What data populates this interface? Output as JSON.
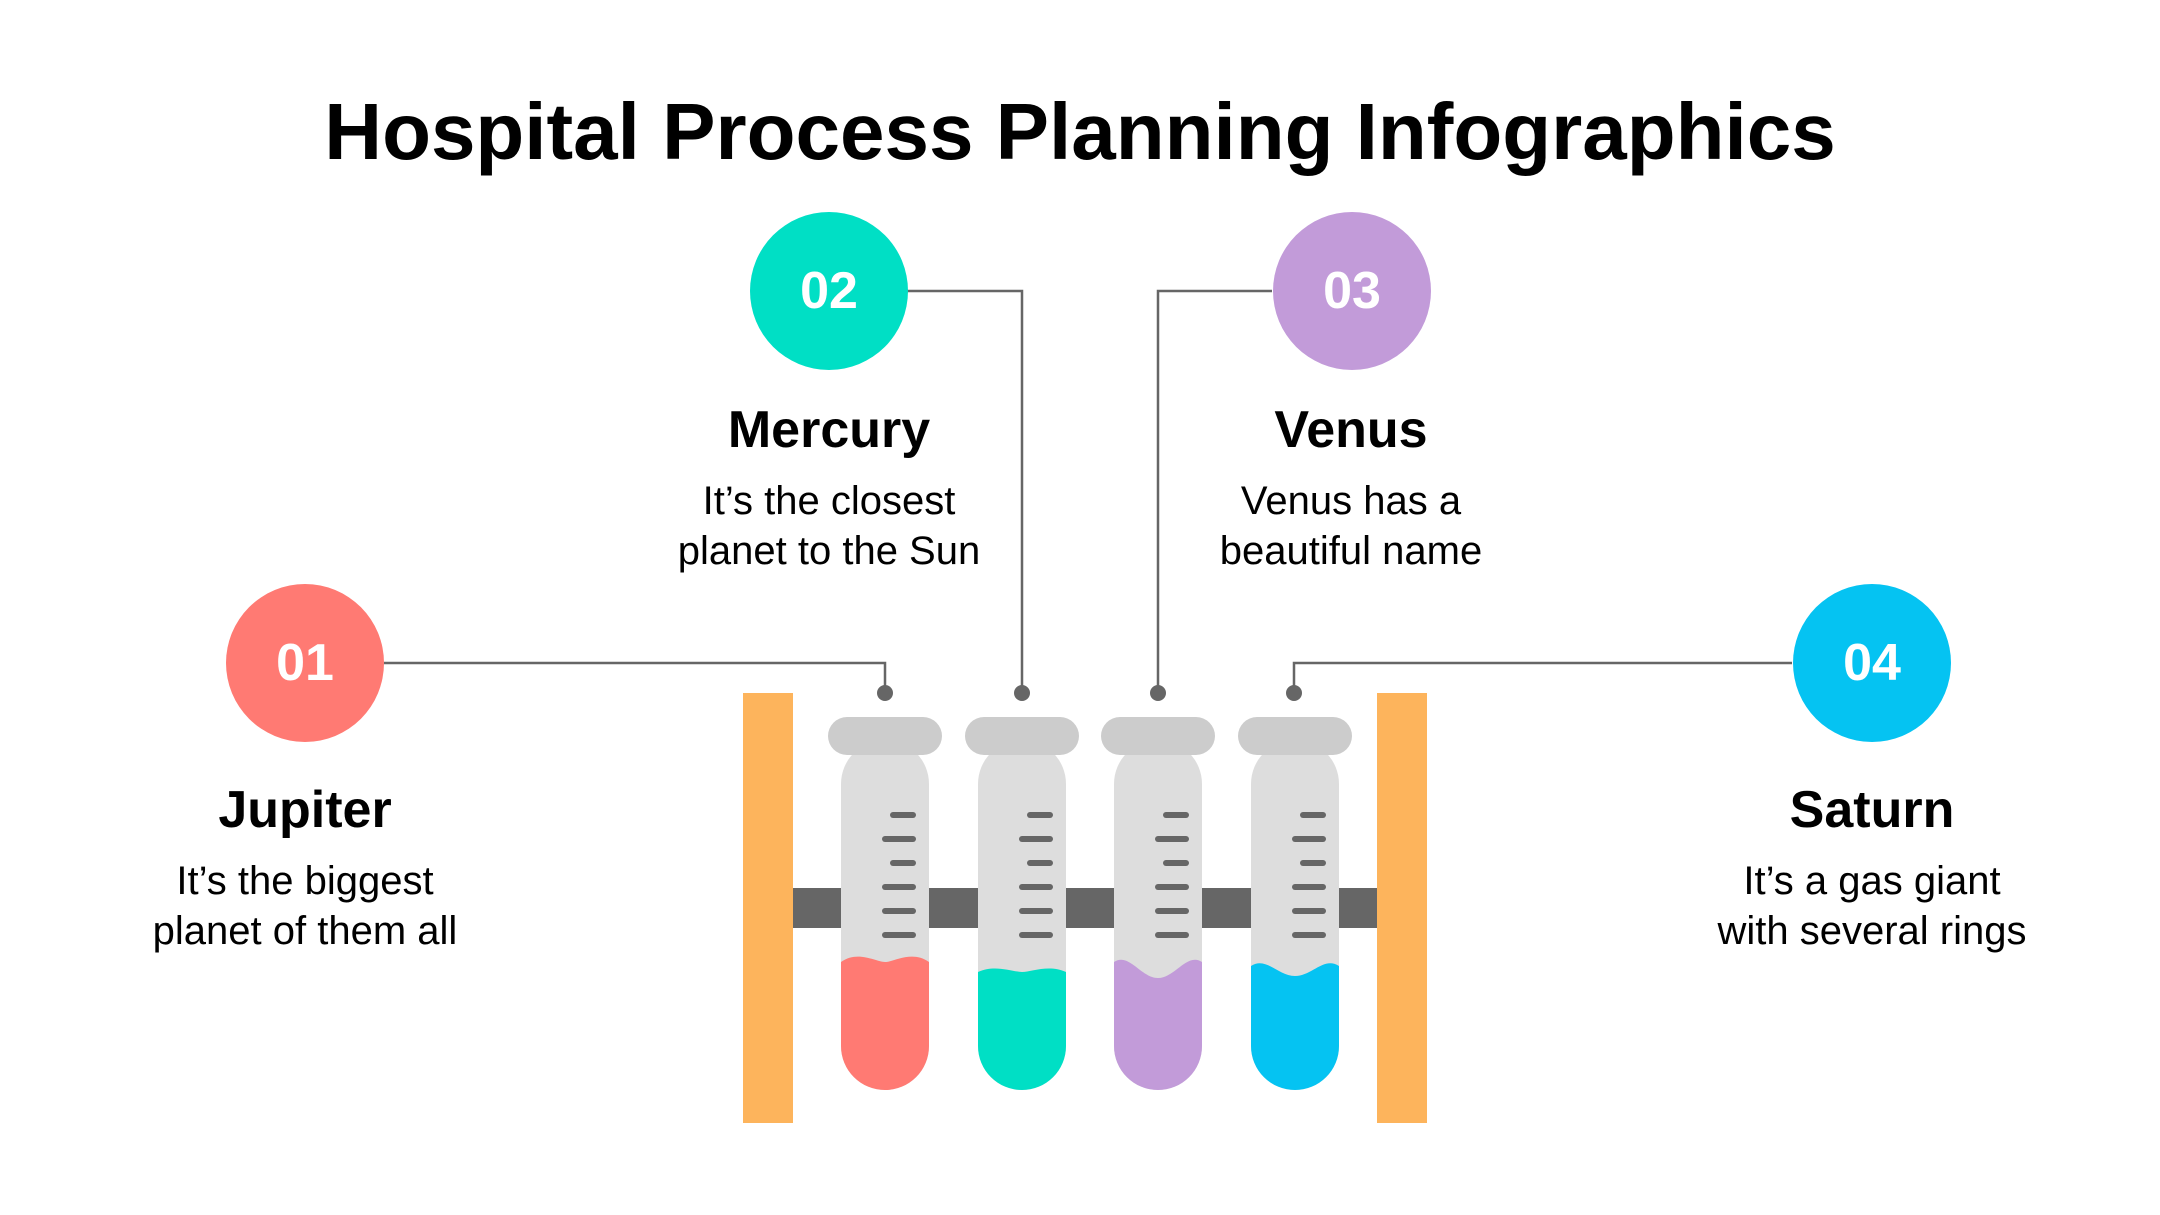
{
  "title": "Hospital Process Planning Infographics",
  "colors": {
    "rack_post": "#FDB45C",
    "rack_bar": "#666666",
    "tube_cap": "#CCCCCC",
    "tube_body": "#DDDDDD",
    "tube_marks": "#666666",
    "connector": "#666666"
  },
  "steps": [
    {
      "number": "01",
      "title": "Jupiter",
      "description": "It’s the biggest\nplanet of them all",
      "color": "#FF7A73"
    },
    {
      "number": "02",
      "title": "Mercury",
      "description": "It’s the closest\nplanet to the Sun",
      "color": "#00DFC5"
    },
    {
      "number": "03",
      "title": "Venus",
      "description": "Venus has a\nbeautiful name",
      "color": "#C29BD9"
    },
    {
      "number": "04",
      "title": "Saturn",
      "description": "It’s a gas giant\nwith several rings",
      "color": "#05C3F2"
    }
  ]
}
